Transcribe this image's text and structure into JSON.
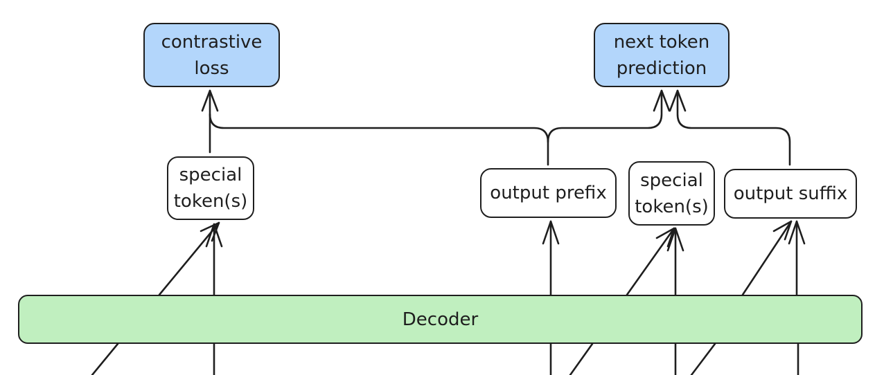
{
  "diagram": {
    "boxes": {
      "contrastive_loss": "contrastive\nloss",
      "next_token_prediction": "next token\nprediction",
      "special_tokens_left": "special\ntoken(s)",
      "output_prefix": "output prefix",
      "special_tokens_right": "special\ntoken(s)",
      "output_suffix": "output suffix",
      "decoder": "Decoder"
    },
    "colors": {
      "loss_box_fill": "#b3d6fb",
      "decoder_fill": "#c0efbf",
      "stroke": "#1e1e1e"
    }
  }
}
